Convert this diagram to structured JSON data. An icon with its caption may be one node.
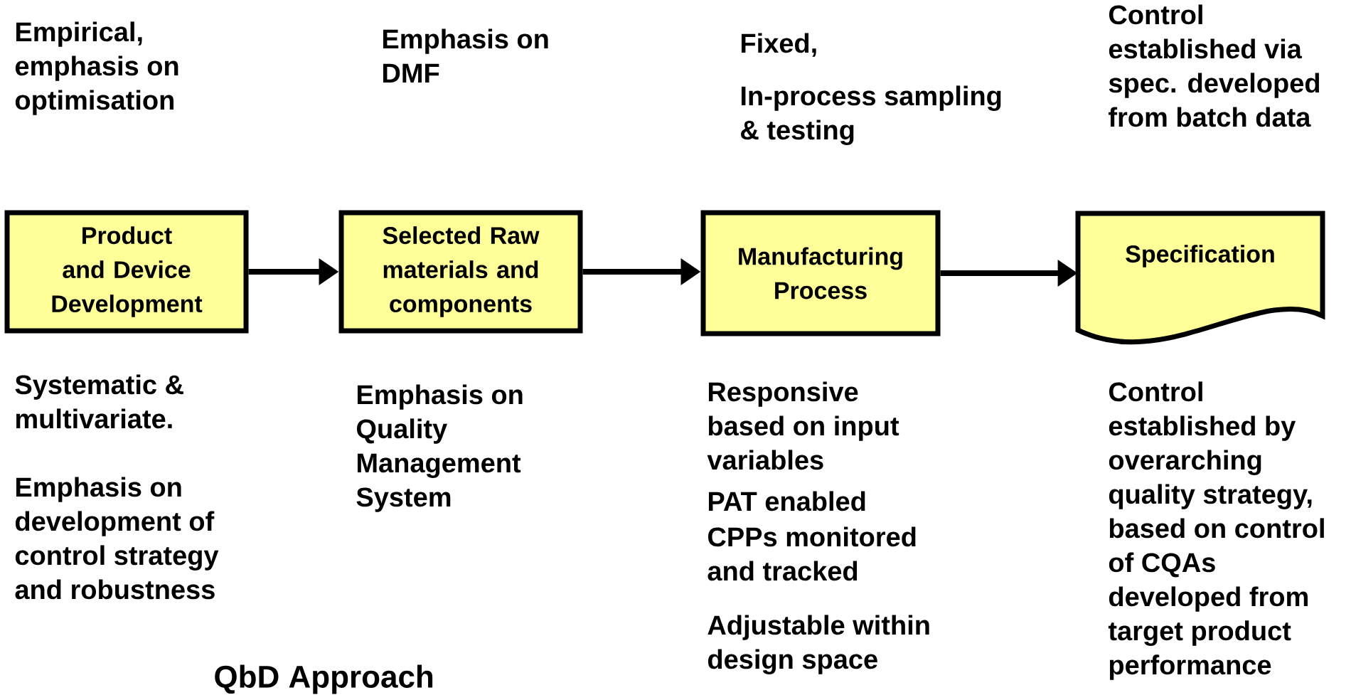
{
  "diagram": {
    "nodes": [
      {
        "text": [
          "Product and Device Development"
        ],
        "beside": [
          "Empirical, emphasis on optimisation",
          "Systematic & multivariate.",
          "Emphasis on development of control strategy and robustness"
        ]
      },
      {
        "text": [
          "Selected Raw materials and components"
        ],
        "beside": [
          "Emphasis on Quality Management System"
        ]
      },
      {
        "text": [
          "Manufacturing Process"
        ],
        "beside": [
          "Fixed,",
          "In-process sampling & testing",
          "Responsive based on input variables",
          "PAT enabled",
          "CPPs monitored and tracked",
          "Adjustable within design space"
        ]
      },
      {
        "text": [
          "Specification"
        ],
        "beside": [
          "Control established via spec. developed from batch data",
          "Control established by overarching quality strategy, based on control of CQAs developed from target product performance"
        ]
      }
    ],
    "edges": [
      {
        "from": 0,
        "to": 1,
        "arrow": "to"
      },
      {
        "from": 1,
        "to": 2,
        "arrow": "to"
      },
      {
        "from": 2,
        "to": 3,
        "arrow": "to"
      }
    ],
    "labels": [
      "Emphasis on DMF",
      "QbD Approach"
    ]
  }
}
